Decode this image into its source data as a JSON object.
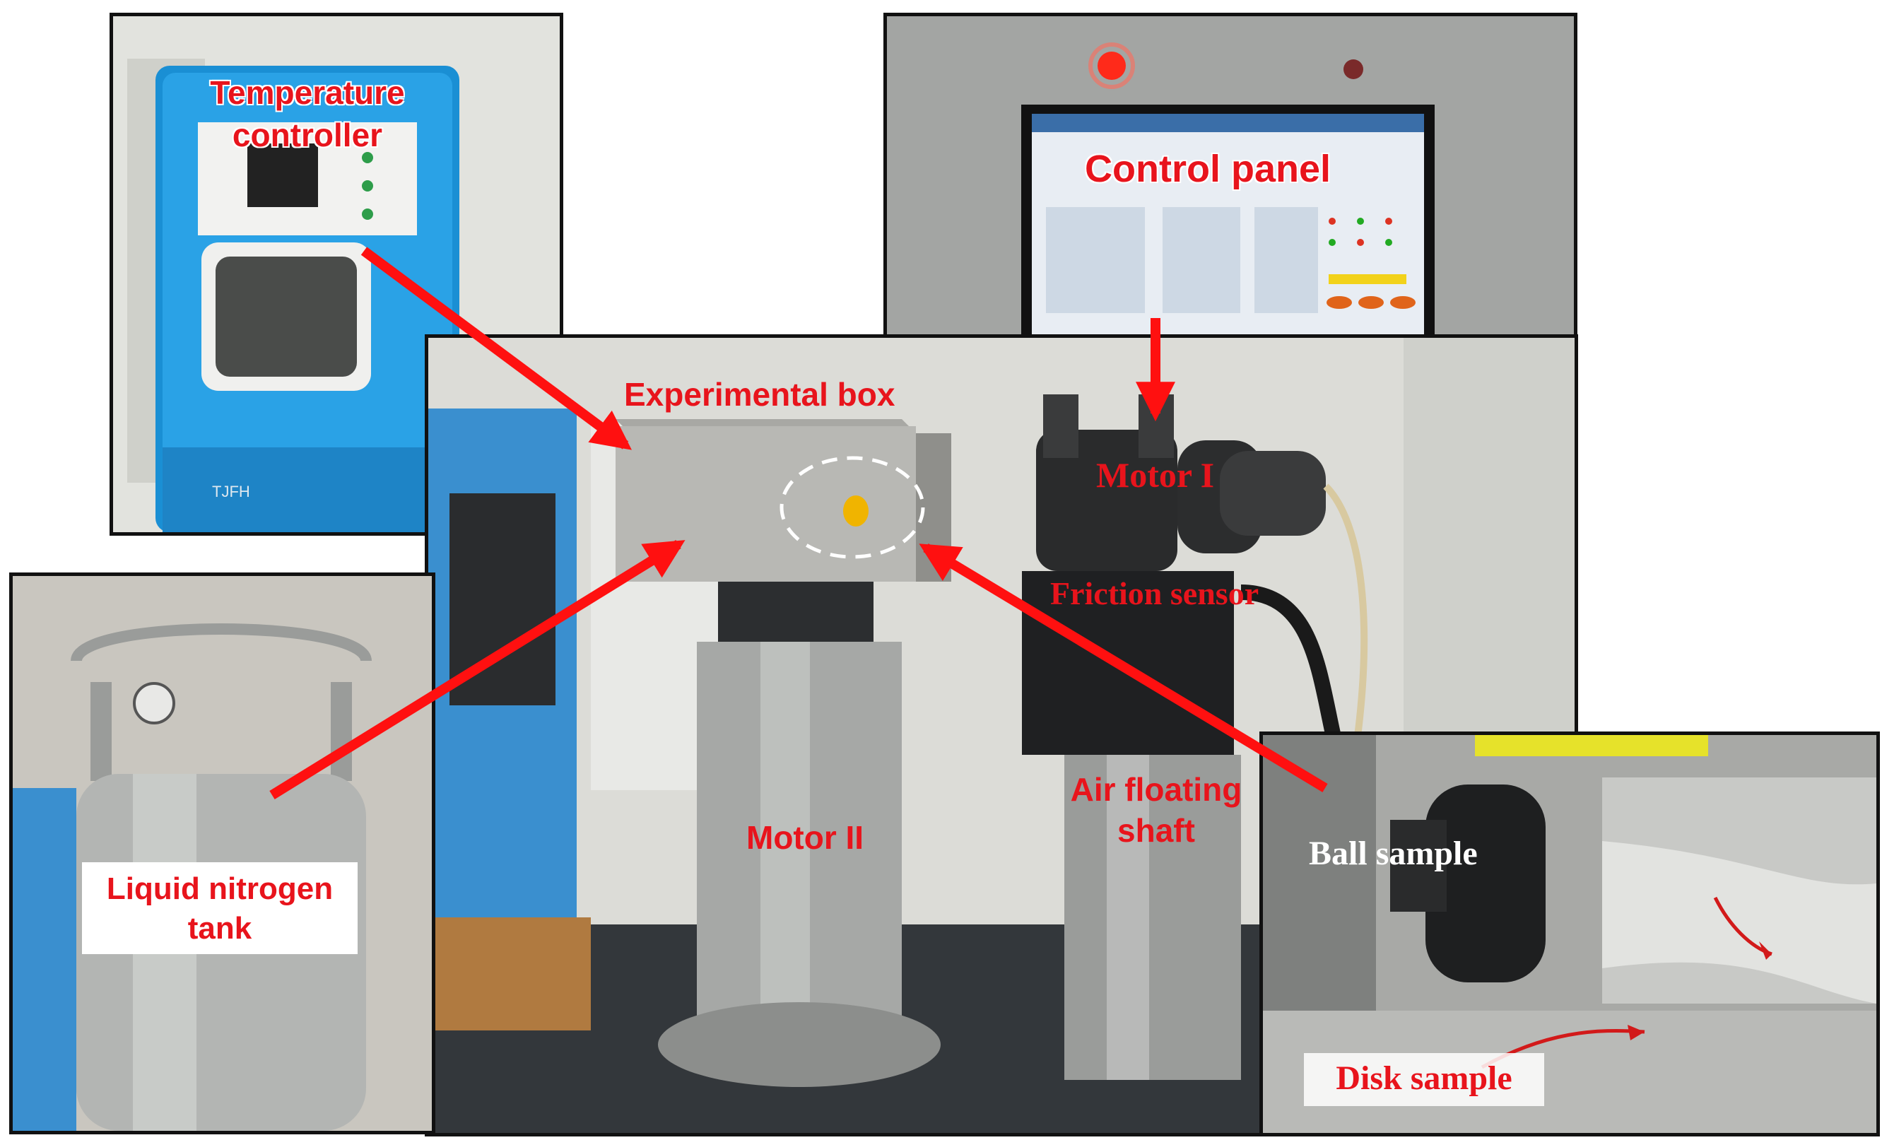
{
  "labels": {
    "temperature_controller": "Temperature controller",
    "control_panel": "Control panel",
    "experimental_box": "Experimental box",
    "motor_1": "Motor I",
    "friction_sensor": "Friction sensor",
    "air_floating_shaft": "Air floating shaft",
    "motor_2": "Motor II",
    "liquid_nitrogen_tank": "Liquid nitrogen tank",
    "ball_sample": "Ball sample",
    "disk_sample": "Disk sample"
  },
  "colors": {
    "label_red": "#e8141c",
    "arrow_red": "#ff1010",
    "frame": "#111111"
  },
  "icons": {
    "arrows": "red-arrow-icon",
    "contact_marker": "dashed-ellipse-icon"
  }
}
